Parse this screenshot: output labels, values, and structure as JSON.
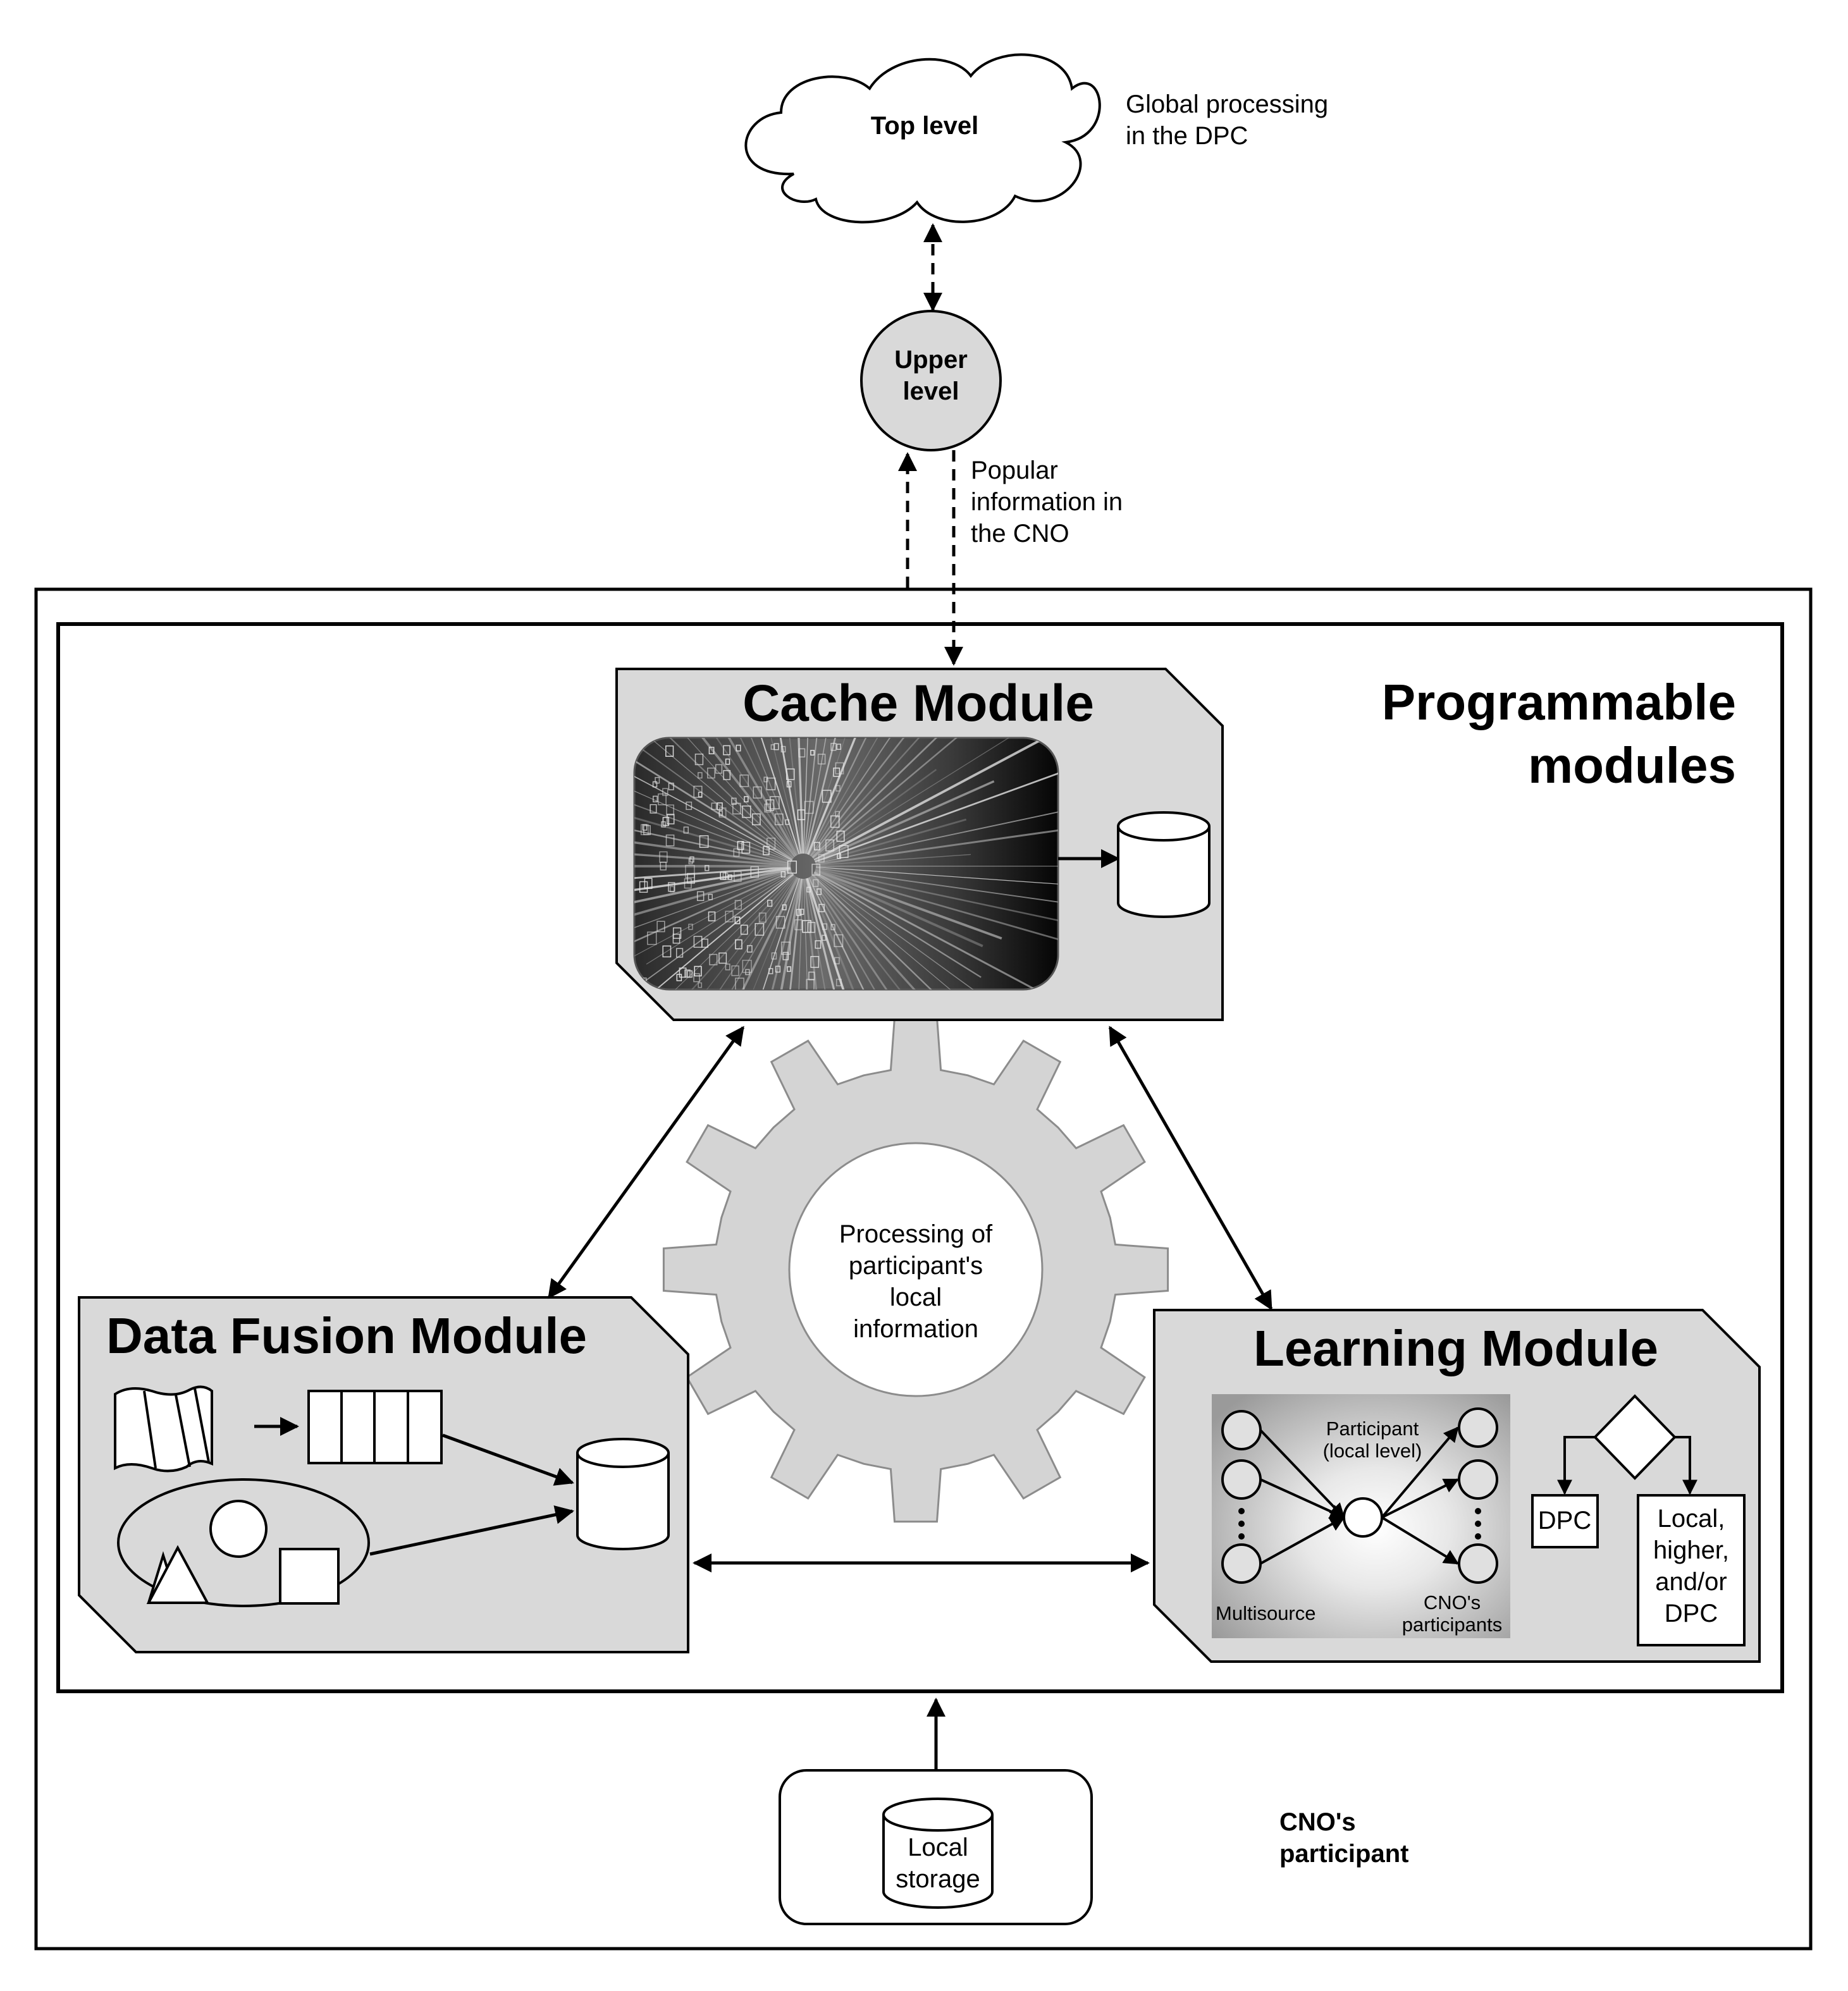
{
  "colors": {
    "module_fill": "#d9d9d9",
    "gear_fill": "#d4d4d4",
    "gear_stroke": "#8c8c8c",
    "line": "#000000",
    "background": "#ffffff"
  },
  "top_level": {
    "label": "Top level",
    "note_line1": "Global processing",
    "note_line2": "in the DPC"
  },
  "upper_level": {
    "line1": "Upper",
    "line2": "level",
    "note_line1": "Popular",
    "note_line2": "information in",
    "note_line3": "the CNO"
  },
  "programmable": {
    "line1": "Programmable",
    "line2": "modules"
  },
  "cache_module": {
    "title": "Cache Module",
    "image_icon": "binary-data-stream-image",
    "storage_icon": "database-cylinder-icon"
  },
  "gear": {
    "line1": "Processing of",
    "line2": "participant's",
    "line3": "local",
    "line4": "information"
  },
  "data_fusion_module": {
    "title": "Data Fusion Module",
    "icons": [
      "unstructured-data-icon",
      "structured-table-icon",
      "shapes-set-icon",
      "database-cylinder-icon"
    ]
  },
  "learning_module": {
    "title": "Learning Module",
    "participant_line1": "Participant",
    "participant_line2": "(local level)",
    "multisource": "Multisource",
    "cnos_line1": "CNO's",
    "cnos_line2": "participants",
    "dpc": "DPC",
    "local_line1": "Local,",
    "local_line2": "higher,",
    "local_line3": "and/or",
    "local_line4": "DPC"
  },
  "local_storage": {
    "line1": "Local",
    "line2": "storage"
  },
  "cno_participant": {
    "line1": "CNO's",
    "line2": "participant"
  }
}
